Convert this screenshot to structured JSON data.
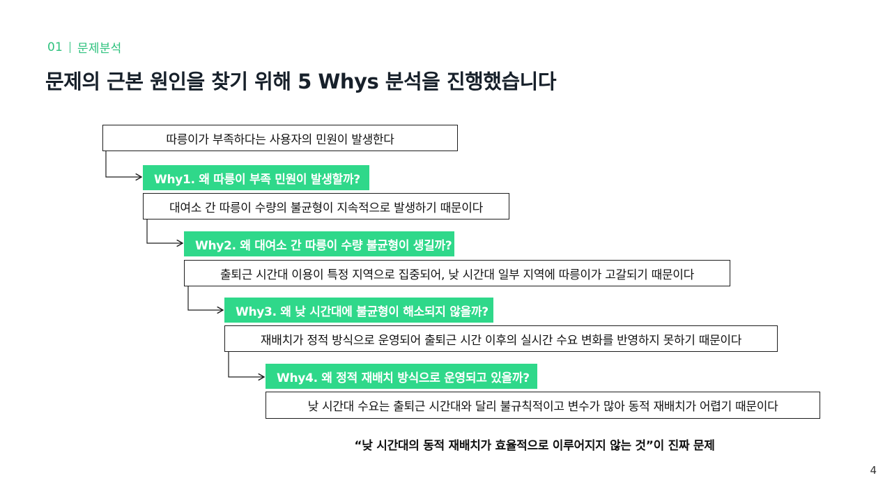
{
  "section": {
    "number": "01",
    "name": "문제분석"
  },
  "title": "문제의 근본 원인을 찾기 위해 5 Whys 분석을 진행했습니다",
  "chain": {
    "statement0": "따릉이가 부족하다는 사용자의 민원이 발생한다",
    "why1": "Why1. 왜 따릉이 부족 민원이 발생할까?",
    "answer1": "대여소 간 따릉이 수량의 불균형이 지속적으로 발생하기 때문이다",
    "why2": "Why2. 왜 대여소 간 따릉이 수량 불균형이 생길까?",
    "answer2": "출퇴근 시간대 이용이 특정 지역으로 집중되어, 낮 시간대 일부 지역에 따릉이가 고갈되기 때문이다",
    "why3": "Why3. 왜 낮 시간대에 불균형이 해소되지 않을까?",
    "answer3": "재배치가 정적 방식으로 운영되어 출퇴근 시간 이후의 실시간 수요 변화를 반영하지 못하기 때문이다",
    "why4": "Why4. 왜 정적 재배치 방식으로 운영되고 있을까?",
    "answer4": "낮 시간대 수요는 출퇴근 시간대와 달리 불규칙적이고 변수가 많아 동적 재배치가 어렵기 때문이다"
  },
  "conclusion": "“낮 시간대의 동적 재배치가 효율적으로 이루어지지 않는 것”이 진짜 문제",
  "page_number": "4",
  "colors": {
    "accent": "#2fd88a",
    "label": "#2ec27e",
    "title": "#17202a"
  }
}
